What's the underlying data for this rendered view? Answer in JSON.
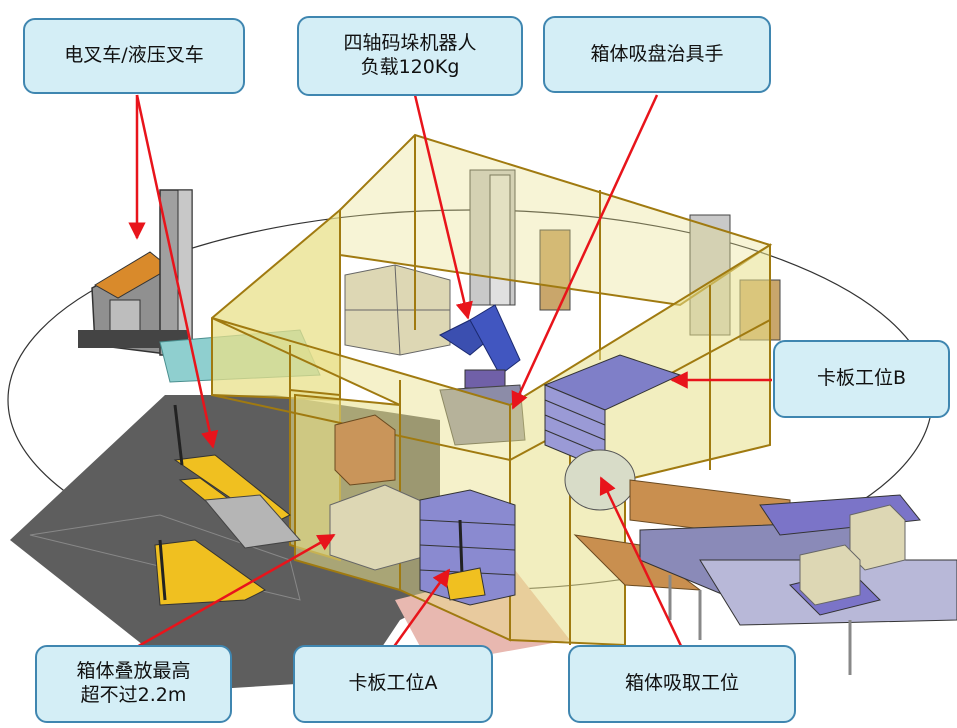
{
  "callouts": {
    "forklift": "电叉车/液压叉车",
    "robot": "四轴码垛机器人\n负载120Kg",
    "gripper": "箱体吸盘治具手",
    "pallet_b": "卡板工位B",
    "stack_height": "箱体叠放最高\n超不过2.2m",
    "pallet_a": "卡板工位A",
    "pick_station": "箱体吸取工位"
  },
  "colors": {
    "callout_fill": "#d4eef6",
    "callout_border": "#3f86b0",
    "arrow": "#e8141b",
    "fence_glass": "#e8e08a",
    "fence_frame": "#a07a10",
    "floor": "#5e5e5e",
    "conveyor": "#7b74c8",
    "pallet_jack": "#f0c020"
  }
}
